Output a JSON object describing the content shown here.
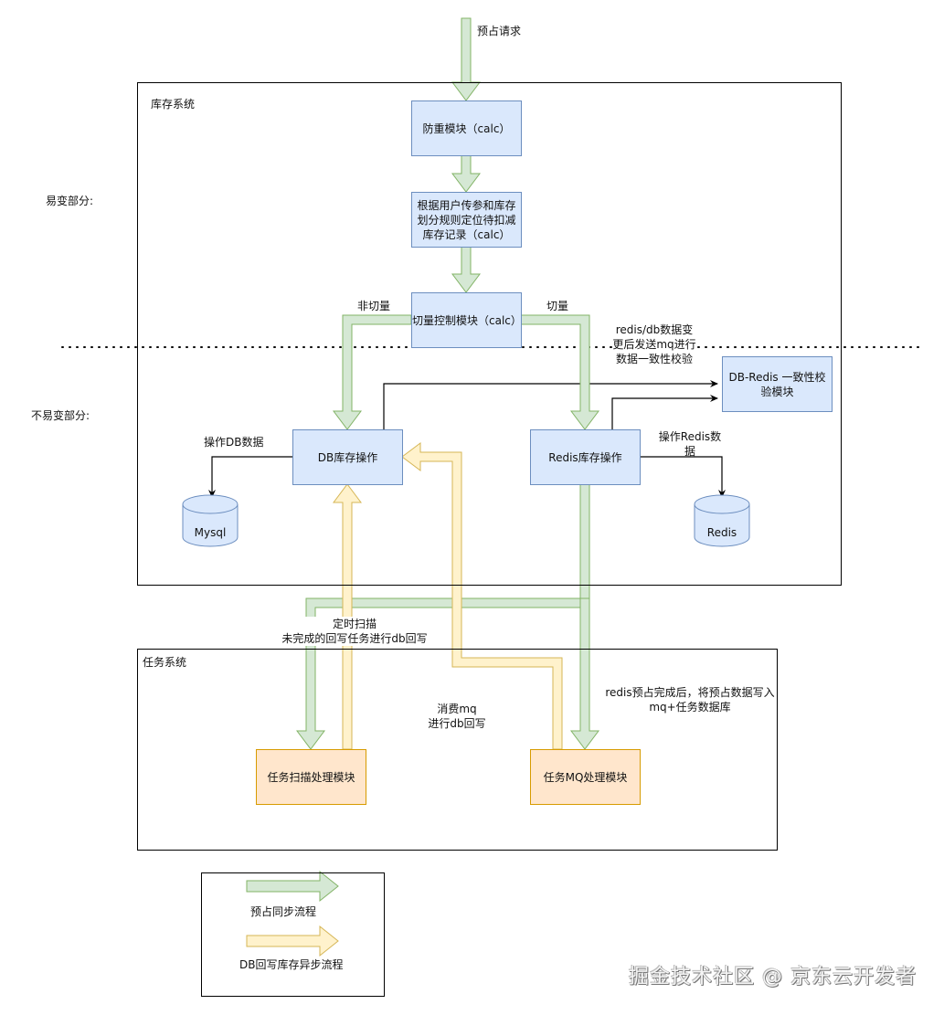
{
  "diagram": {
    "entry_label": "预占请求",
    "zones": {
      "volatile": "易变部分:",
      "stable": "不易变部分:"
    },
    "containers": {
      "inventory_system": "库存系统",
      "task_system": "任务系统"
    },
    "nodes": {
      "dedup": "防重模块（calc）",
      "locate": "根据用户传参和库存划分规则定位待扣减库存记录（calc）",
      "switch_ctrl": "切量控制模块（calc）",
      "db_op": "DB库存操作",
      "redis_op": "Redis库存操作",
      "consistency": "DB-Redis 一致性校验模块",
      "task_scan": "任务扫描处理模块",
      "task_mq": "任务MQ处理模块"
    },
    "databases": {
      "mysql": "Mysql",
      "redis": "Redis"
    },
    "edge_labels": {
      "no_switch": "非切量",
      "switch": "切量",
      "mq_consistency": "redis/db数据变更后发送mq进行数据一致性校验",
      "op_db": "操作DB数据",
      "op_redis": "操作Redis数据",
      "scan": "定时扫描\n未完成的回写任务进行db回写",
      "consume_mq": "消费mq\n进行db回写",
      "redis_done": "redis预占完成后，将预占数据写入mq+任务数据库"
    },
    "colors": {
      "sync_fill": "#d5e8d4",
      "sync_stroke": "#82b366",
      "async_fill": "#fff2cc",
      "async_stroke": "#d6b656",
      "node_fill": "#dae8fc",
      "node_stroke": "#6c8ebf",
      "task_fill": "#ffe6cc",
      "task_stroke": "#d79b00"
    }
  },
  "legend": {
    "items": [
      {
        "label": "预占同步流程",
        "kind": "sync"
      },
      {
        "label": "DB回写库存异步流程",
        "kind": "async"
      }
    ]
  },
  "watermark": "掘金技术社区 @ 京东云开发者"
}
